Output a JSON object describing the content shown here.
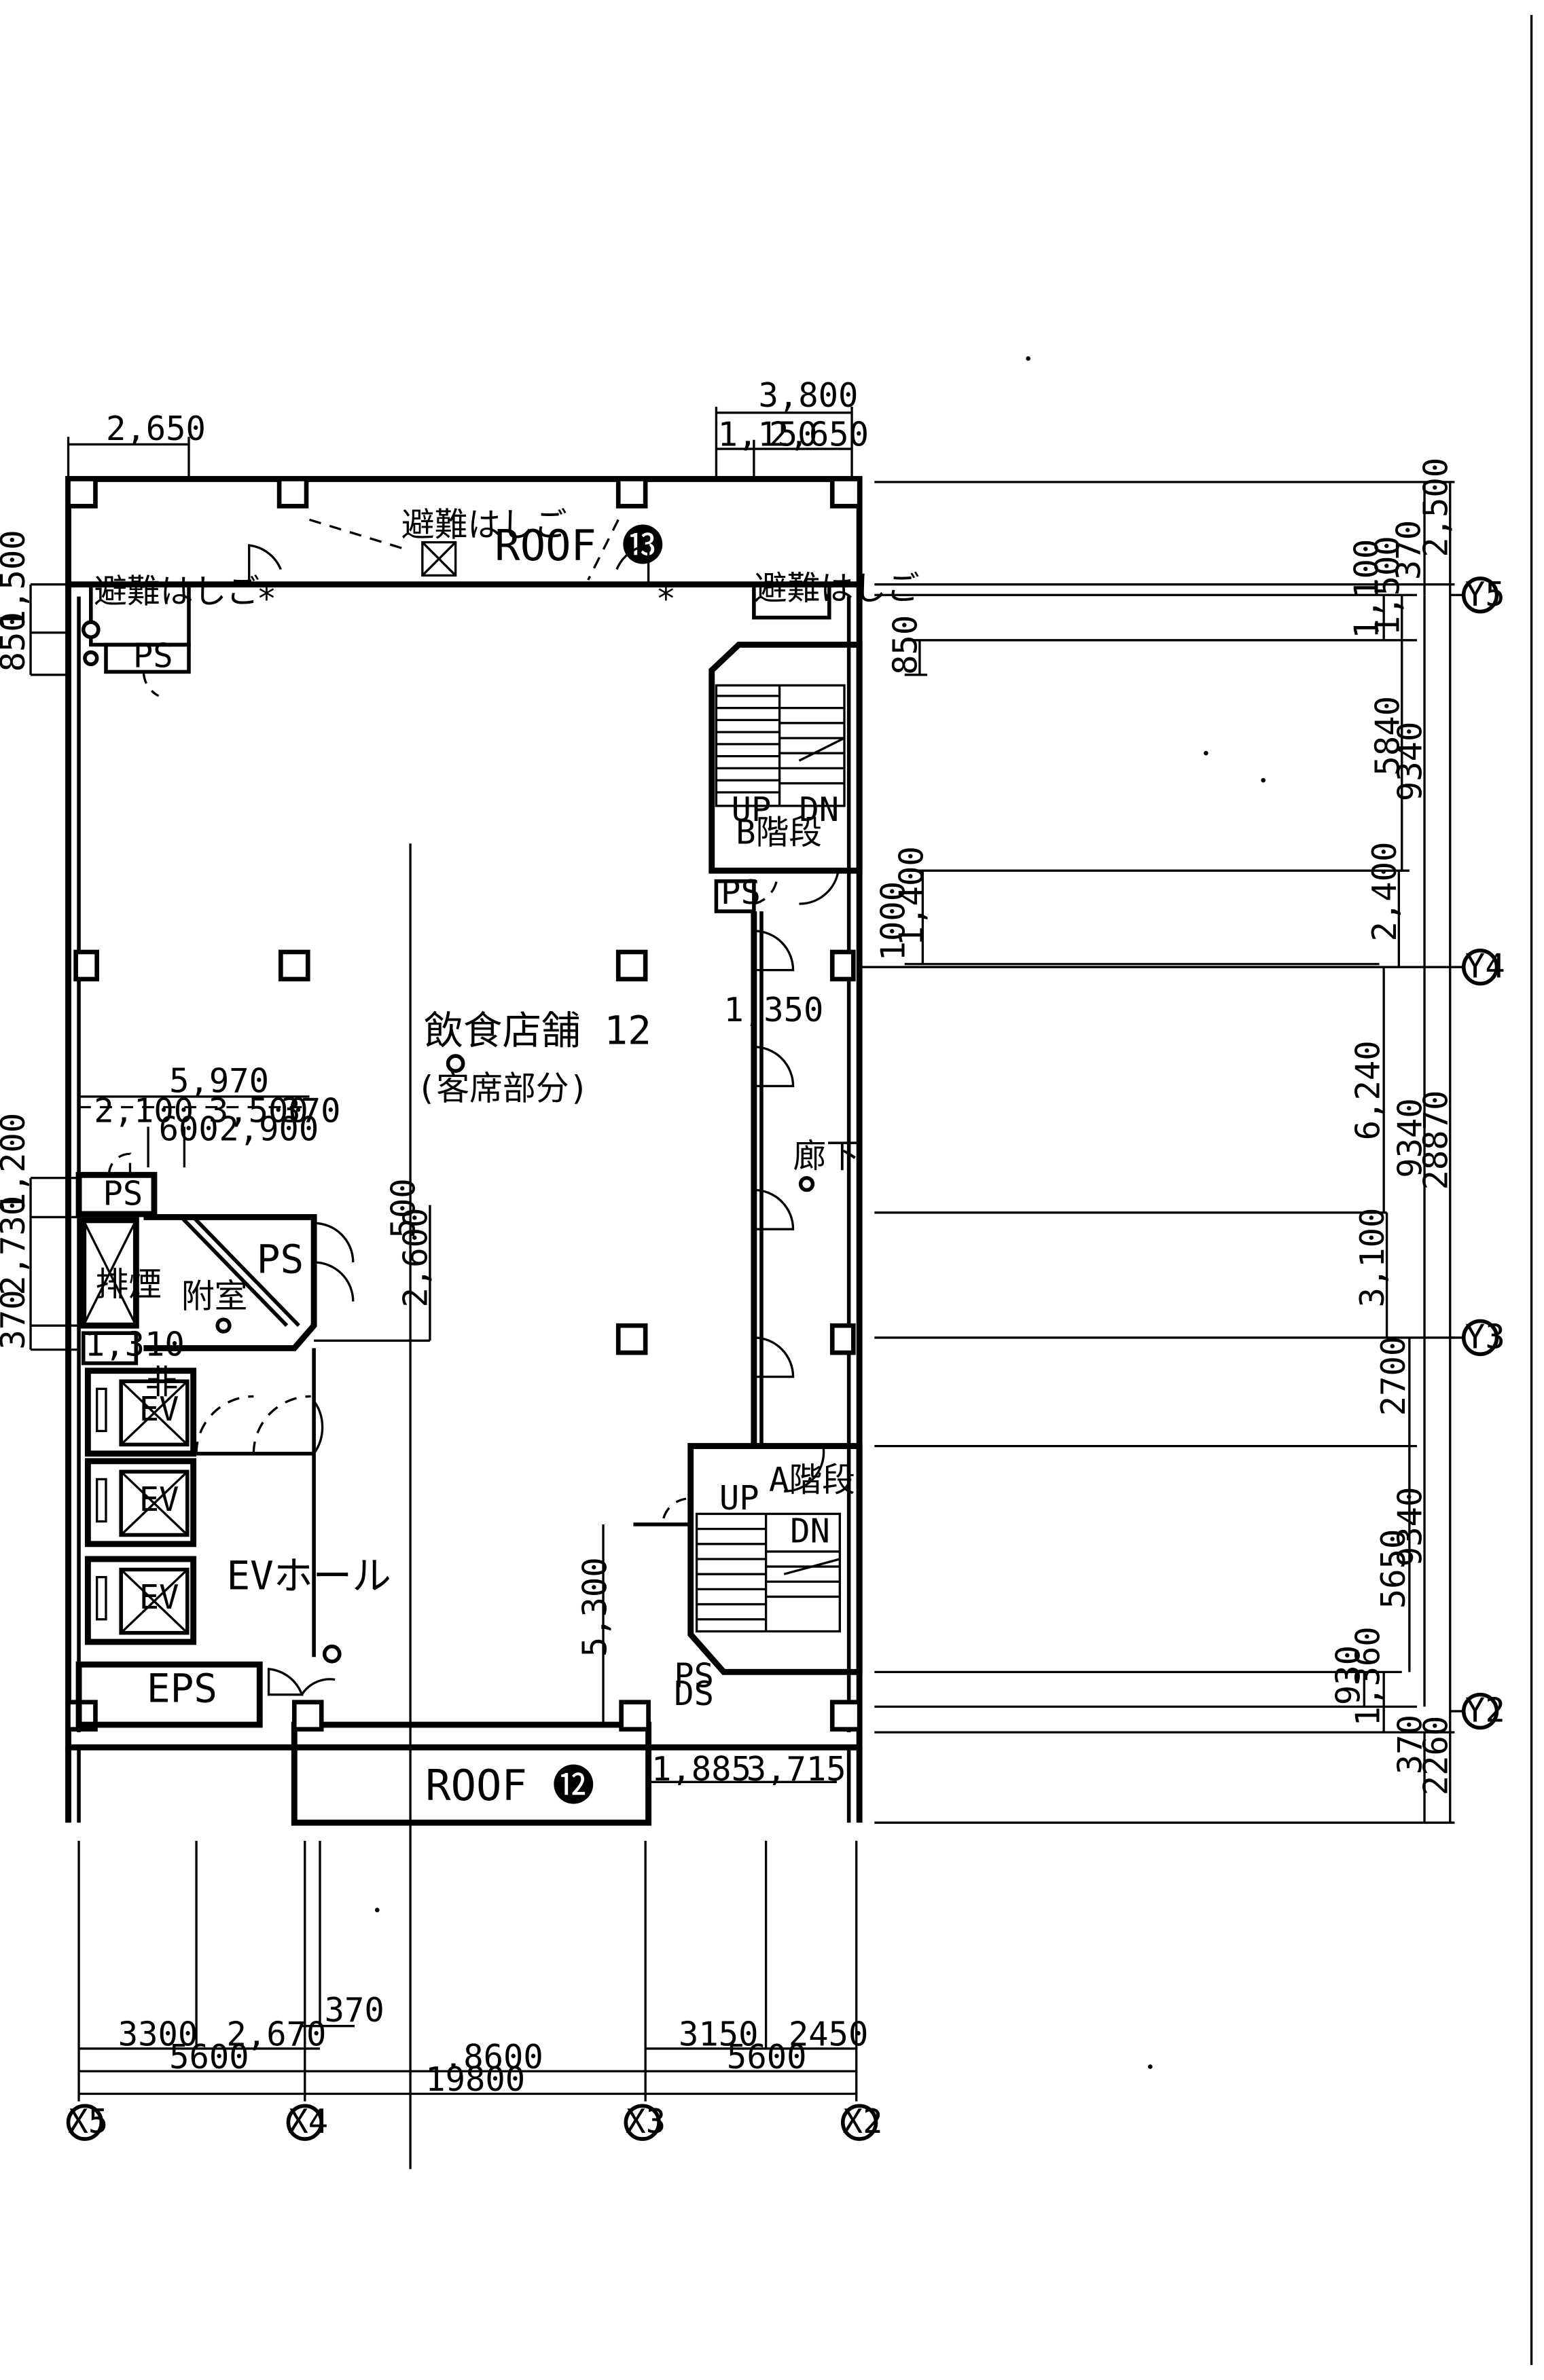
{
  "rooms": {
    "main_title": "飲食店舗 12",
    "main_sub": "(客席部分)",
    "roof_top": "ROOF ⓭",
    "roof_bottom": "ROOF ⓬",
    "ladder_top": "避難はしご",
    "ladder_left": "避難はしご",
    "ladder_right": "避難はしご",
    "ps_top_left": "PS",
    "ps_left": "PS",
    "ps_center": "PS",
    "ps_stair_b": "PS",
    "psds_1": "PS",
    "psds_2": "DS",
    "eps": "EPS",
    "ev_hall": "EVホール",
    "annex": "附室",
    "smoke": "排煙",
    "ev1": "EV",
    "ev1_tag": "非",
    "ev2": "EV",
    "ev3": "EV",
    "stair_b": "B階段",
    "stair_a": "A階段",
    "corridor": "廊下",
    "up_b": "UP",
    "dn_b": "DN",
    "up_a": "UP",
    "dn_a": "DN"
  },
  "dims": {
    "top_left": "2,650",
    "top_right_total": "3,800",
    "top_right_a": "1,150",
    "top_right_b": "2,650",
    "left_1500": "1,500",
    "left_850": "850",
    "left_1200": "1,200",
    "left_2730": "2,730",
    "left_370": "370",
    "inner_5970": "5,970",
    "inner_2100": "2,100",
    "inner_3500": "3,500",
    "inner_370": "370",
    "inner_600": "600",
    "inner_2900": "2,900",
    "inner_1310": "1,310",
    "inner_500": "500",
    "inner_2600": "2,600",
    "inner_1350": "1,350",
    "inner_5300": "5,300",
    "inner_1885": "1,885",
    "inner_3715": "3,715",
    "right_850": "850",
    "right_1000": "1000",
    "right_1400": "1,400",
    "r_370a": "370",
    "r_2500": "2,500",
    "r_1100": "1,100",
    "r_1500": "1,500",
    "r_5840": "5840",
    "r_9340a": "9340",
    "r_2400": "2,400",
    "r_6240": "6,240",
    "r_9340b": "9340",
    "r_28870": "28870",
    "r_3100": "3,100",
    "r_2700": "2700",
    "r_5650": "5650",
    "r_9340c": "9340",
    "r_930": "930",
    "r_1360": "1,360",
    "r_370b": "370",
    "r_2260": "2260",
    "b_3300": "3300",
    "b_2670": "2,670",
    "b_370": "370",
    "b_5600a": "5600",
    "b_8600": ".8600",
    "b_3150": "3150",
    "b_2450": "2450",
    "b_5600b": "5600",
    "b_19800": "19800"
  },
  "grid": {
    "y5": "Y5",
    "y4": "Y4",
    "y3": "Y3",
    "y2": "Y2",
    "x5": "X5",
    "x4": "X4",
    "x3": "X3",
    "x2": "X2"
  }
}
